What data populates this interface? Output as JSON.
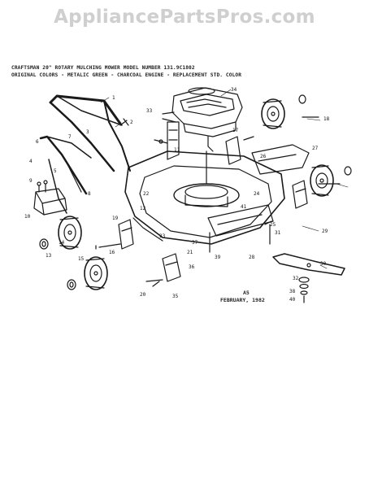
{
  "watermark": "AppliancePartsPros.com",
  "header": {
    "line1": "CRAFTSMAN 20\" ROTARY MULCHING MOWER MODEL NUMBER 131.9C1802",
    "line2": "ORIGINAL COLORS - METALIC GREEN - CHARCOAL ENGINE - REPLACEMENT STD. COLOR"
  },
  "footer": {
    "code": "A5",
    "date": "FEBRUARY, 1982"
  },
  "callouts": [
    "1",
    "2",
    "3",
    "4",
    "5",
    "6",
    "7",
    "8",
    "9",
    "10",
    "11",
    "12",
    "13",
    "14",
    "15",
    "16",
    "17",
    "18",
    "19",
    "20",
    "21",
    "22",
    "23",
    "24",
    "25",
    "26",
    "27",
    "28",
    "29",
    "30",
    "31",
    "32",
    "33",
    "34",
    "35",
    "36",
    "37",
    "38",
    "39",
    "40",
    "41"
  ],
  "colors": {
    "line": "#1a1a1a",
    "watermark": "#cfcfcf"
  }
}
